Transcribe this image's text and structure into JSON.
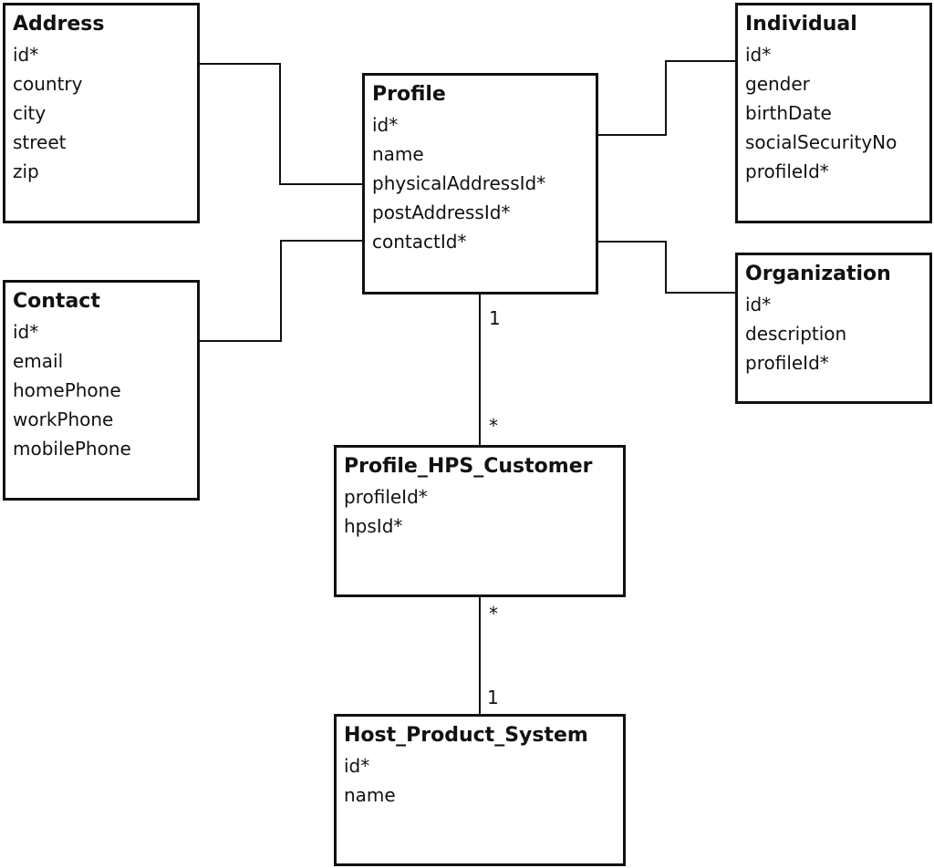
{
  "entities": {
    "address": {
      "title": "Address",
      "attributes": [
        "id*",
        "country",
        "city",
        "street",
        "zip"
      ]
    },
    "profile": {
      "title": "Profile",
      "attributes": [
        "id*",
        "name",
        "physicalAddressId*",
        "postAddressId*",
        "contactId*"
      ]
    },
    "individual": {
      "title": "Individual",
      "attributes": [
        "id*",
        "gender",
        "birthDate",
        "socialSecurityNo",
        "profileId*"
      ]
    },
    "contact": {
      "title": "Contact",
      "attributes": [
        "id*",
        "email",
        "homePhone",
        "workPhone",
        "mobilePhone"
      ]
    },
    "organization": {
      "title": "Organization",
      "attributes": [
        "id*",
        "description",
        "profileId*"
      ]
    },
    "profile_hps_customer": {
      "title": "Profile_HPS_Customer",
      "attributes": [
        "profileId*",
        "hpsId*"
      ]
    },
    "host_product_system": {
      "title": "Host_Product_System",
      "attributes": [
        "id*",
        "name"
      ]
    }
  },
  "relationships": {
    "profile_to_profile_hps_customer": {
      "profile_end": "1",
      "profile_hps_customer_end": "*"
    },
    "profile_hps_customer_to_host_product_system": {
      "profile_hps_customer_end": "*",
      "host_product_system_end": "1"
    }
  }
}
